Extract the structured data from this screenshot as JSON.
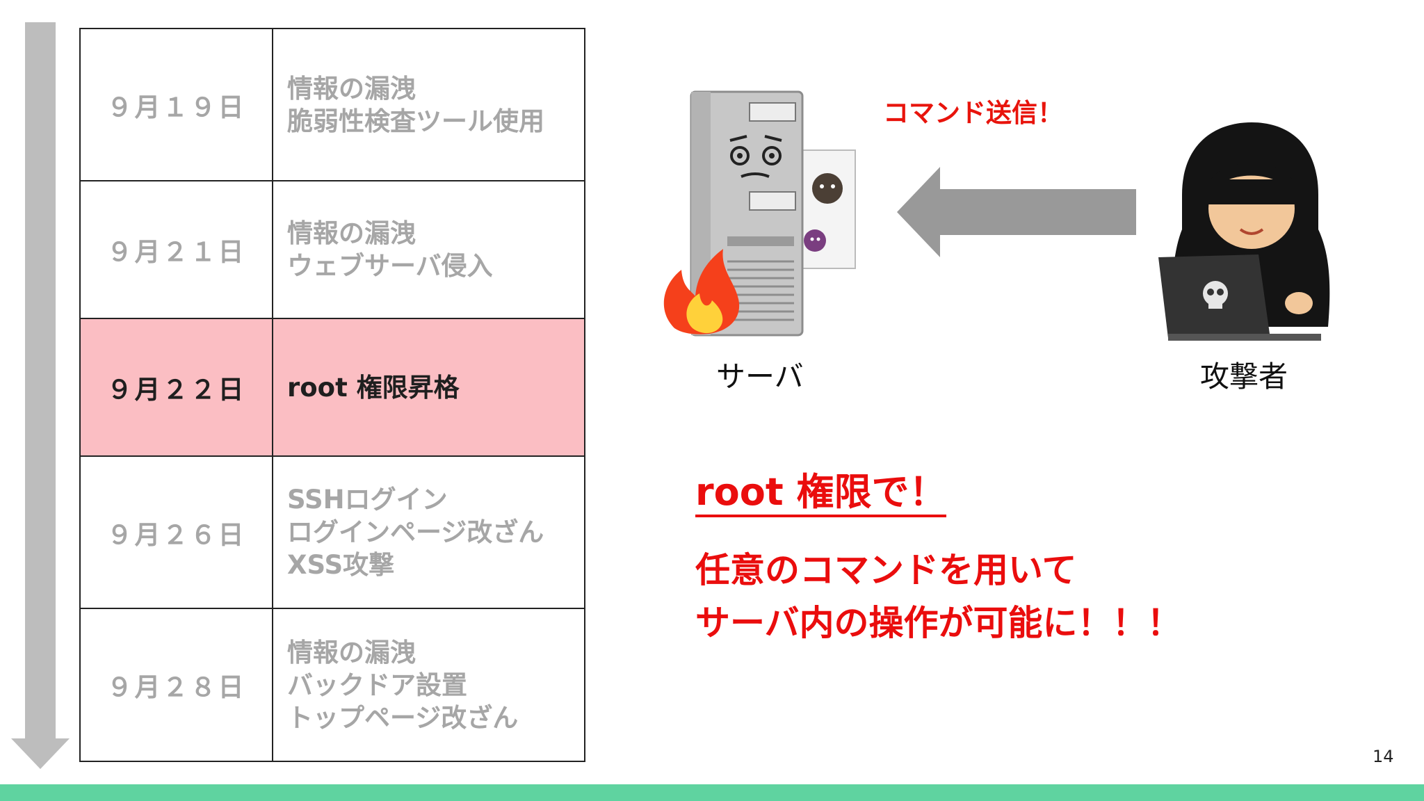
{
  "timeline": [
    {
      "date": "９月１９日",
      "lines": [
        "情報の漏洩",
        "脆弱性検査ツール使用"
      ],
      "highlight": false
    },
    {
      "date": "９月２１日",
      "lines": [
        "情報の漏洩",
        "ウェブサーバ侵入"
      ],
      "highlight": false
    },
    {
      "date": "９月２２日",
      "lines": [
        "root 権限昇格"
      ],
      "highlight": true
    },
    {
      "date": "９月２６日",
      "lines": [
        "SSHログイン",
        "ログインページ改ざん",
        "XSS攻撃"
      ],
      "highlight": false
    },
    {
      "date": "９月２８日",
      "lines": [
        "情報の漏洩",
        "バックドア設置",
        "トップページ改ざん"
      ],
      "highlight": false
    }
  ],
  "illustration": {
    "server_label": "サーバ",
    "attacker_label": "攻撃者",
    "command_label": "コマンド送信！"
  },
  "message": {
    "heading": "root 権限で！",
    "line1": "任意のコマンドを用いて",
    "line2": "サーバ内の操作が可能に！！！"
  },
  "page_number": "14",
  "colors": {
    "highlight_row": "#fbbec3",
    "accent_red": "#ea0d0d",
    "footer_green": "#5fd3a0",
    "muted_text": "#a6a6a6"
  }
}
